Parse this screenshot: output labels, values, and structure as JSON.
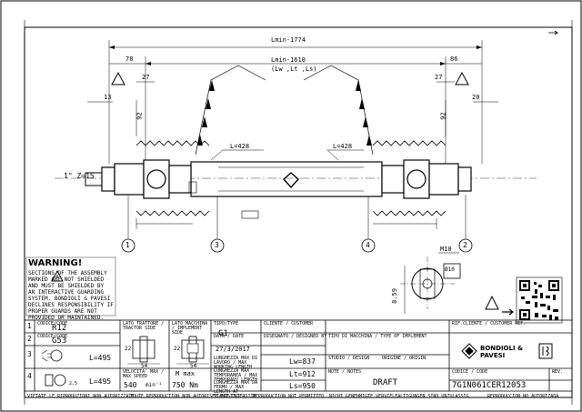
{
  "drawing": {
    "overall_length": "Lmin-1774",
    "inner_length": "Lmin-1610",
    "inner_length_vars": "(Lw ,Lt ,Ls)",
    "dim_78": "78",
    "dim_86": "86",
    "dim_27_left": "27",
    "dim_27_right": "27",
    "dim_13": "13",
    "dim_20": "20",
    "dim_92_left": "92",
    "dim_92_right": "92",
    "guard_len_left": "L=428",
    "guard_len_right": "L=428",
    "spline_spec": "1\" Z=15",
    "callouts": [
      "1",
      "2",
      "3",
      "4"
    ],
    "section_m10": "M10",
    "section_dim": "8.59",
    "section_dim_small": "Ø10"
  },
  "warning": {
    "title": "WARNING!",
    "lines": [
      "SECTIONS    OF THE ASSEMBLY",
      "MARKED      ARE NOT SHIELDED",
      "AND MUST BE SHIELDED BY",
      "AN INTERACTIVE GUARDING",
      "SYSTEM. BONDIOLI & PAVESI",
      "DECLINES RESPONSIBILITY IF",
      "PROPER GUARDS ARE NOT",
      "PROVIDED OR MAINTAINED."
    ]
  },
  "title_block": {
    "rows": [
      {
        "num": "1",
        "code_label": "CODICE/CODE",
        "code": "R12"
      },
      {
        "num": "2",
        "code_label": "CODICE/CODE",
        "code": "G53"
      },
      {
        "num": "3",
        "value": "L=495"
      },
      {
        "num": "4",
        "value": "L=495",
        "small": "2,5"
      }
    ],
    "lato_trattore": "LATO TRATTORE / TRACTOR SIDE",
    "lato_macchina": "LATO MACCHINA / IMPLEMENT SIDE",
    "dim_22_a": "22",
    "dim_22_b": "22",
    "dim_54_a": "54",
    "dim_54_b": "54",
    "velocita_label": "VELOCITA' MAX / MAX SPEED",
    "speed_540": "540",
    "unit_min": "min⁻¹",
    "m_max": "M max",
    "torque": "750 Nm",
    "tipo_label": "TIPO/TYPE",
    "tipo": "G1",
    "data_label": "DATA / DATE",
    "data": "27/3/2017",
    "cliente_label": "CLIENTE / CUSTOMER",
    "rif_cliente_label": "RIF.CLIENTE / CUSTOMER REF.",
    "lung_lavoro_label": "LUNGHEZZA MAX DI LAVORO / MAX WORKING LENGTH",
    "lw": "Lw=837",
    "lung_temp_label": "LUNGHEZZA MAX TEMPORANEA / MAX TEMPORARY LENGTH",
    "lt": "Lt=912",
    "lung_rot_label": "LUNGHEZZA MAX DA FERMO / MAX LENGTH AT STANDSTILL",
    "ls": "Ls=950",
    "disegnato_label": "DISEGNATO / DESIGNED BY",
    "tipo_mod_label": "TIPO DI MACCHINA / TYPE OF IMPLEMENT",
    "studio_label": "STUDIO / DESIGN",
    "origine_label": "ORIGINE / ORIGIN",
    "note_label": "NOTE / NOTES",
    "status": "DRAFT",
    "company": "BONDIOLI & PAVESI",
    "codice_label": "CODICE / CODE",
    "rev_label": "REV.",
    "code": "7G1N061CER12053"
  },
  "footer": [
    "VIETATE LE RIPRODUZIONI NON AUTORIZZATE",
    "TOUTE REPRODUCTION NON AUTORISEE EST INTERDITE",
    "REPRODUCTION NOT PERMITTED",
    "NICHT GENEHMIGTE VERVIELFALTIGUNGEN SIND UNZULASSIG",
    "REPRODUCCION NO AUTORIZADA"
  ]
}
